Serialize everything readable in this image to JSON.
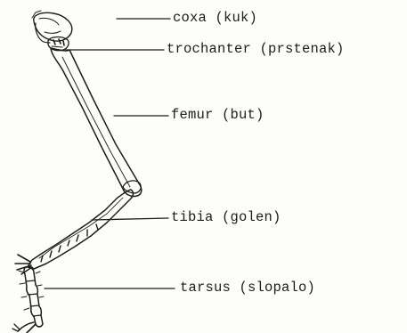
{
  "labels": {
    "coxa": "coxa (kuk)",
    "trochanter": "trochanter (prstenak)",
    "femur": "femur (but)",
    "tibia": "tibia (golen)",
    "tarsus": "tarsus (slopalo)"
  },
  "colors": {
    "ink": "#1d1d1d",
    "paper": "#fdfdfc"
  }
}
